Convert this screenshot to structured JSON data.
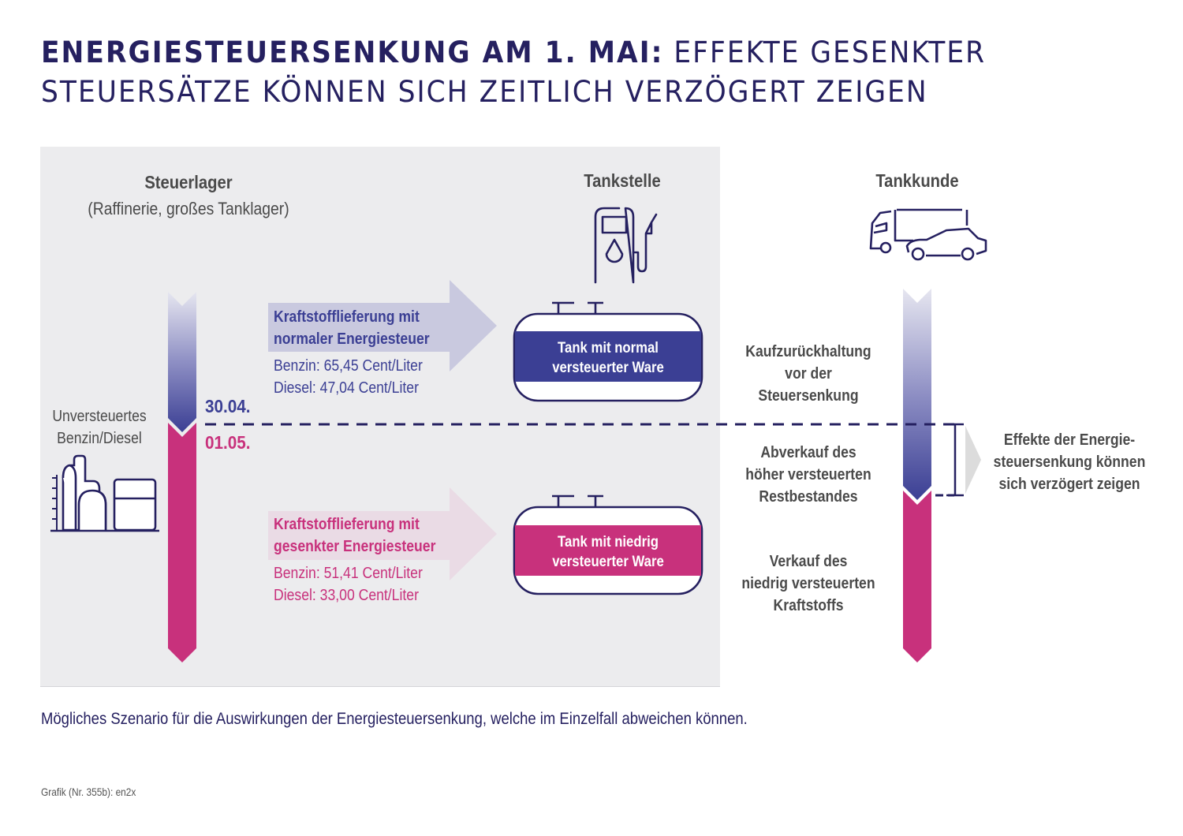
{
  "title": {
    "bold_part": "ENERGIESTEUERSENKUNG AM 1. MAI:",
    "light_part_line1": "EFFEKTE GESENKTER",
    "line2": "STEUERSÄTZE KÖNNEN SICH ZEITLICH VERZÖGERT ZEIGEN"
  },
  "columns": {
    "steuerlager": {
      "heading": "Steuerlager",
      "subheading": "(Raffinerie, großes Tanklager)",
      "note_line1": "Unversteuertes",
      "note_line2": "Benzin/Diesel",
      "icon": "refinery-icon"
    },
    "tankstelle": {
      "heading": "Tankstelle",
      "icon": "fuel-pump-icon"
    },
    "tankkunde": {
      "heading": "Tankkunde",
      "icon": "truck-car-icon"
    }
  },
  "dates": {
    "before": "30.04.",
    "after": "01.05."
  },
  "deliveries": [
    {
      "title_line1": "Kraftstofflieferung mit",
      "title_line2": "normaler Energiesteuer",
      "benzin": "Benzin: 65,45 Cent/Liter",
      "diesel": "Diesel: 47,04 Cent/Liter",
      "tank_line1": "Tank mit normal",
      "tank_line2": "versteuerter Ware"
    },
    {
      "title_line1": "Kraftstofflieferung mit",
      "title_line2": "gesenkter Energiesteuer",
      "benzin": "Benzin: 51,41 Cent/Liter",
      "diesel": "Diesel: 33,00 Cent/Liter",
      "tank_line1": "Tank mit niedrig",
      "tank_line2": "versteuerter Ware"
    }
  ],
  "customer_phases": [
    {
      "line1": "Kaufzurückhaltung",
      "line2": "vor der",
      "line3": "Steuersenkung"
    },
    {
      "line1": "Abverkauf des",
      "line2": "höher versteuerten",
      "line3": "Restbestandes"
    },
    {
      "line1": "Verkauf des",
      "line2": "niedrig versteuerten",
      "line3": "Kraftstoffs"
    }
  ],
  "effect_note": {
    "line1": "Effekte der Energie-",
    "line2": "steuersenkung können",
    "line3": "sich verzögert zeigen"
  },
  "caption": "Mögliches Szenario für die Auswirkungen der Energiesteuersenkung, welche im Einzelfall abweichen können.",
  "credit": "Grafik (Nr. 355b): en2x",
  "colors": {
    "navy": "#252060",
    "blue": "#3b3f94",
    "pink": "#c8317c",
    "panel": "#ececee",
    "arrow_blue_light": "#c9c9df",
    "arrow_pink_light": "#eadbe5",
    "text_gray": "#4a4a4a"
  }
}
